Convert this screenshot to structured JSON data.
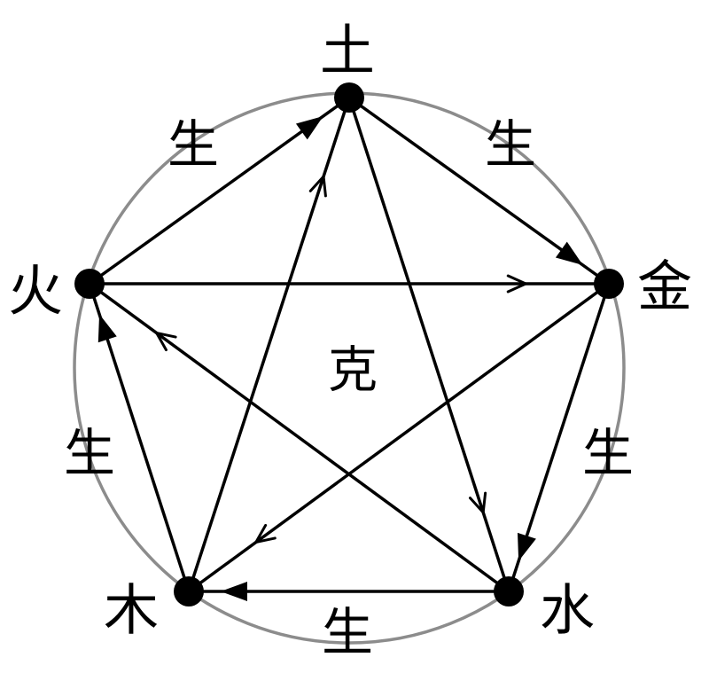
{
  "diagram": {
    "colors": {
      "circle": "#8c8c8c",
      "line": "#000000",
      "node": "#000000",
      "background": "#ffffff"
    },
    "nodes": {
      "earth": {
        "label": "土"
      },
      "metal": {
        "label": "金"
      },
      "water": {
        "label": "水"
      },
      "wood": {
        "label": "木"
      },
      "fire": {
        "label": "火"
      }
    },
    "generating_cycle": {
      "label": "生",
      "arrows": [
        {
          "from": "fire",
          "to": "earth"
        },
        {
          "from": "earth",
          "to": "metal"
        },
        {
          "from": "metal",
          "to": "water"
        },
        {
          "from": "water",
          "to": "wood"
        },
        {
          "from": "wood",
          "to": "fire"
        }
      ]
    },
    "controlling_cycle": {
      "label": "克",
      "arrows": [
        {
          "from": "earth",
          "to": "water"
        },
        {
          "from": "water",
          "to": "fire"
        },
        {
          "from": "fire",
          "to": "metal"
        },
        {
          "from": "metal",
          "to": "wood"
        },
        {
          "from": "wood",
          "to": "earth"
        }
      ]
    }
  }
}
